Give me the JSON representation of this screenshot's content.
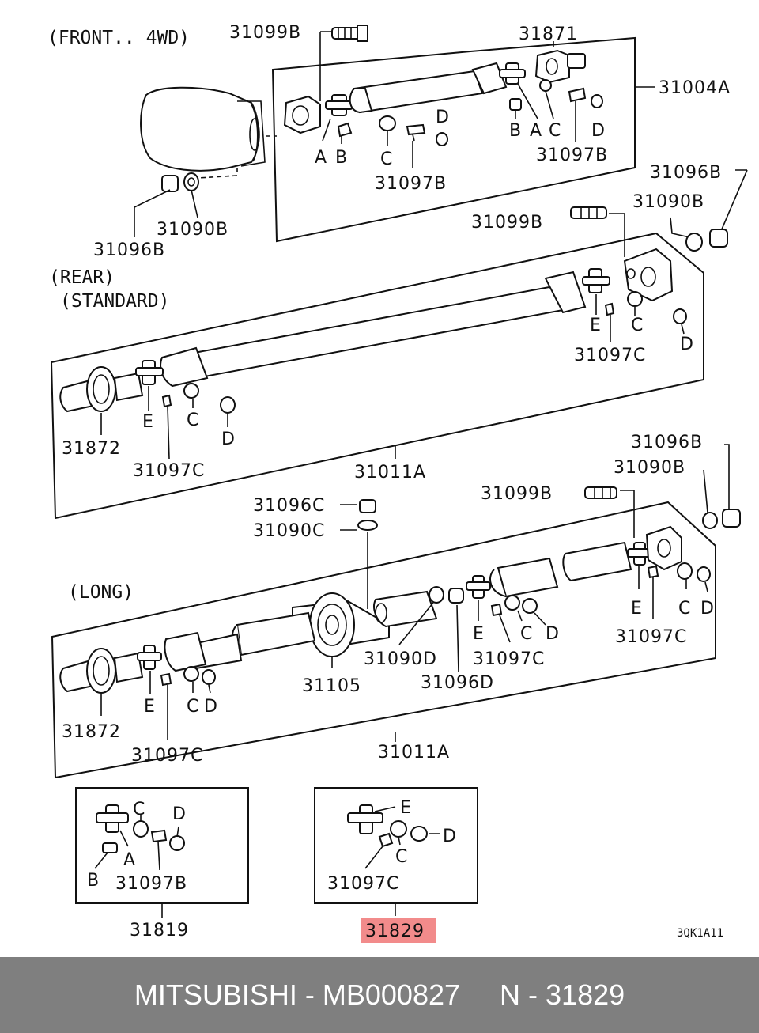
{
  "sections": {
    "front": "(FRONT.. 4WD)",
    "rear": "(REAR)",
    "standard": "(STANDARD)",
    "long": "(LONG)"
  },
  "labels": {
    "p31099B_a": "31099B",
    "p31871": "31871",
    "p31004A": "31004A",
    "A1": "A",
    "B1": "B",
    "C1": "C",
    "D1": "D",
    "p31097B_1": "31097B",
    "B2": "B",
    "A2": "A",
    "C2": "C",
    "D2": "D",
    "p31097B_2": "31097B",
    "p31096B_1": "31096B",
    "p31090B_1": "31090B",
    "p31096B_2": "31096B",
    "p31099B_b": "31099B",
    "p31090B_2": "31090B",
    "E1": "E",
    "C3": "C",
    "D3": "D",
    "p31097C_1": "31097C",
    "p31872_1": "31872",
    "E2": "E",
    "C4": "C",
    "D4": "D",
    "p31097C_2": "31097C",
    "p31011A_1": "31011A",
    "p31096B_3": "31096B",
    "p31090B_3": "31090B",
    "p31099B_c": "31099B",
    "p31096C": "31096C",
    "p31090C": "31090C",
    "E3": "E",
    "C5": "C",
    "D5": "D",
    "p31097C_3": "31097C",
    "E4": "E",
    "C6": "C",
    "D6": "D",
    "p31097C_4": "31097C",
    "p31090D": "31090D",
    "p31096D": "31096D",
    "p31105": "31105",
    "E5": "E",
    "C7": "C",
    "D7": "D",
    "p31872_2": "31872",
    "p31097C_5": "31097C",
    "p31011A_2": "31011A",
    "C8": "C",
    "D8": "D",
    "A3": "A",
    "B3": "B",
    "p31097B_3": "31097B",
    "p31819": "31819",
    "E6": "E",
    "D9": "D",
    "C9": "C",
    "p31097C_6": "31097C",
    "p31829": "31829",
    "code": "3QK1A11"
  },
  "highlight_color": "#f28b8b",
  "footer": {
    "brand": "MITSUBISHI",
    "part_number": "MB000827",
    "ref": "N - 31829"
  }
}
